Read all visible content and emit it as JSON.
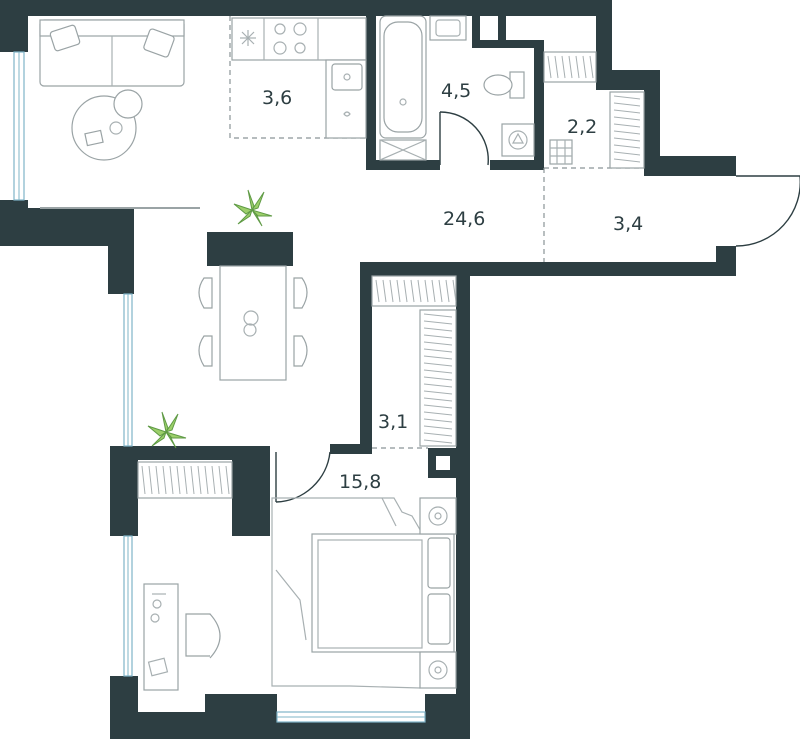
{
  "rooms": [
    {
      "id": "kitchen",
      "area": "3,6"
    },
    {
      "id": "bathroom",
      "area": "4,5"
    },
    {
      "id": "laundry",
      "area": "2,2"
    },
    {
      "id": "living",
      "area": "24,6"
    },
    {
      "id": "hall",
      "area": "3,4"
    },
    {
      "id": "wardrobe",
      "area": "3,1"
    },
    {
      "id": "bedroom",
      "area": "15,8"
    }
  ],
  "colors": {
    "wall": "#2d3e42",
    "window": "#7fb4c7",
    "plant": "#6aa84f"
  }
}
